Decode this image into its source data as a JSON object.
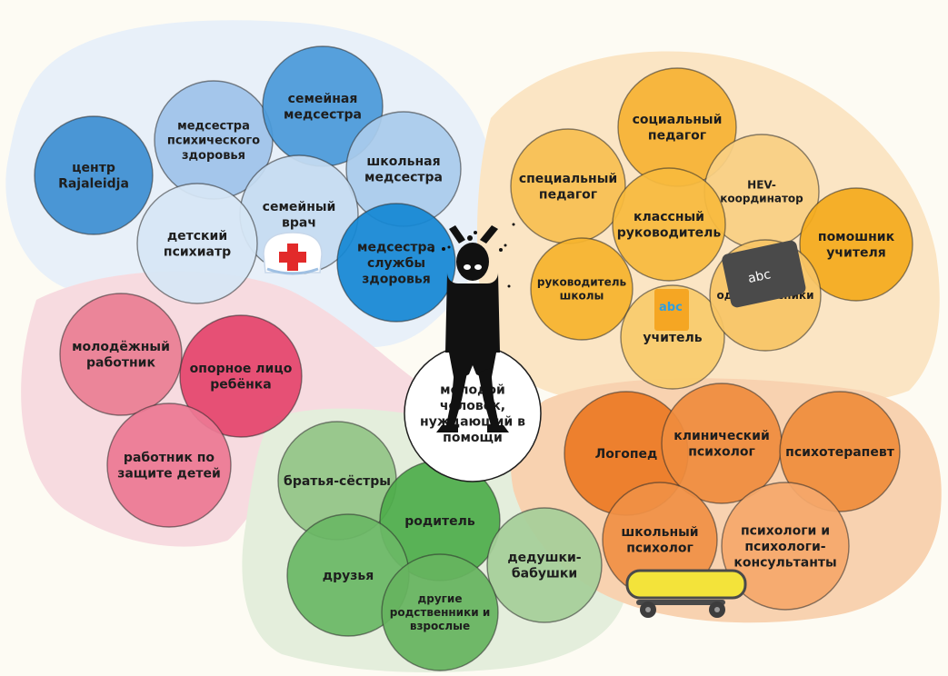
{
  "colors": {
    "background": "#fdfbf3",
    "group_health": "#e8f0f9",
    "group_school": "#fbe5c4",
    "group_social": "#f7dbe0",
    "group_family": "#e4eedc",
    "group_therapy": "#f8d2b0"
  },
  "center": {
    "label": [
      "молодой",
      "человек,",
      "нуждающий в",
      "помощи"
    ]
  },
  "icons": {
    "nurse_cap": "nurse-cap-icon",
    "chalkboard": "chalkboard-icon",
    "chalkboard_text": "abc",
    "book": "abc-book-icon",
    "book_text": "abc",
    "skateboard": "skateboard-icon",
    "figure": "distressed-person-icon"
  },
  "groups": {
    "health": [
      {
        "label": [
          "центр",
          "Rajaleidja"
        ],
        "color": "#3d8fd2"
      },
      {
        "label": [
          "медсестра",
          "психического",
          "здоровья"
        ],
        "color": "#9ec3e9"
      },
      {
        "label": [
          "семейная",
          "медсестра"
        ],
        "color": "#4a9ad9"
      },
      {
        "label": [
          "школьная",
          "медсестра"
        ],
        "color": "#a9cbec"
      },
      {
        "label": [
          "семейный",
          "врач"
        ],
        "color": "#c5dcf1"
      },
      {
        "label": [
          "детский",
          "психиатр"
        ],
        "color": "#d6e6f5"
      },
      {
        "label": [
          "медсестра",
          "службы",
          "здоровья"
        ],
        "color": "#1588d4"
      }
    ],
    "school": [
      {
        "label": [
          "социальный",
          "педагог"
        ],
        "color": "#f6b334"
      },
      {
        "label": [
          "специальный",
          "педагог"
        ],
        "color": "#f8c052"
      },
      {
        "label": [
          "HEV-",
          "координатор"
        ],
        "color": "#f9d083"
      },
      {
        "label": [
          "классный",
          "руководитель"
        ],
        "color": "#f7ba3d"
      },
      {
        "label": [
          "помошник",
          "учителя"
        ],
        "color": "#f4ab1d"
      },
      {
        "label": [
          "руководитель",
          "школы"
        ],
        "color": "#f6b42d"
      },
      {
        "label": [
          "учитель"
        ],
        "color": "#f9cb6c"
      },
      {
        "label": [
          "одноклассники"
        ],
        "color": "#f7c565"
      }
    ],
    "social": [
      {
        "label": [
          "молодёжный",
          "работник"
        ],
        "color": "#ea7e93"
      },
      {
        "label": [
          "опорное лицо",
          "ребёнка"
        ],
        "color": "#e4456d"
      },
      {
        "label": [
          "работник по",
          "защите детей"
        ],
        "color": "#ec7993"
      }
    ],
    "family": [
      {
        "label": [
          "братья-сёстры"
        ],
        "color": "#93c587"
      },
      {
        "label": [
          "родитель"
        ],
        "color": "#4fad4b"
      },
      {
        "label": [
          "друзья"
        ],
        "color": "#6ab865"
      },
      {
        "label": [
          "дедушки-",
          "бабушки"
        ],
        "color": "#a6cf99"
      },
      {
        "label": [
          "другие",
          "родственники и",
          "взрослые"
        ],
        "color": "#66b45f"
      }
    ],
    "therapy": [
      {
        "label": [
          "Логопед"
        ],
        "color": "#ec7a24"
      },
      {
        "label": [
          "клинический",
          "психолог"
        ],
        "color": "#ef8c3d"
      },
      {
        "label": [
          "психотерапевт"
        ],
        "color": "#ef8d3b"
      },
      {
        "label": [
          "школьный",
          "психолог"
        ],
        "color": "#f09045"
      },
      {
        "label": [
          "психологи и",
          "психологи-",
          "консультанты"
        ],
        "color": "#f5a86a"
      }
    ]
  }
}
